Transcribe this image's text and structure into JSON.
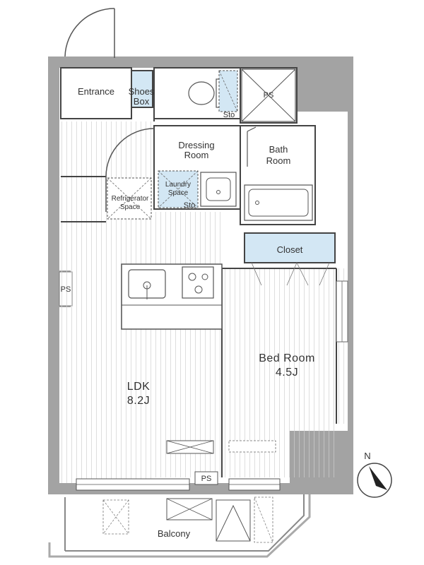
{
  "rooms": {
    "entrance": "Entrance",
    "shoes_box_line1": "Shoes",
    "shoes_box_line2": "Box",
    "ps_top": "PS",
    "sto_toilet": "Sto",
    "dressing_line1": "Dressing",
    "dressing_line2": "Room",
    "bath_line1": "Bath",
    "bath_line2": "Room",
    "refrigerator_line1": "Refrigerator",
    "refrigerator_line2": "Space",
    "laundry_line1": "Laundry",
    "laundry_line2": "Space",
    "sto_laundry": "Sto",
    "closet": "Closet",
    "ps_left": "PS",
    "ldk_name": "LDK",
    "ldk_size": "8.2J",
    "bed_name": "Bed Room",
    "bed_size": "4.5J",
    "ps_bottom": "PS",
    "balcony": "Balcony"
  },
  "compass": {
    "label": "N"
  },
  "colors": {
    "wall": "#a0a0a0",
    "storage_fill": "#d3e7f4",
    "line": "#444444"
  }
}
